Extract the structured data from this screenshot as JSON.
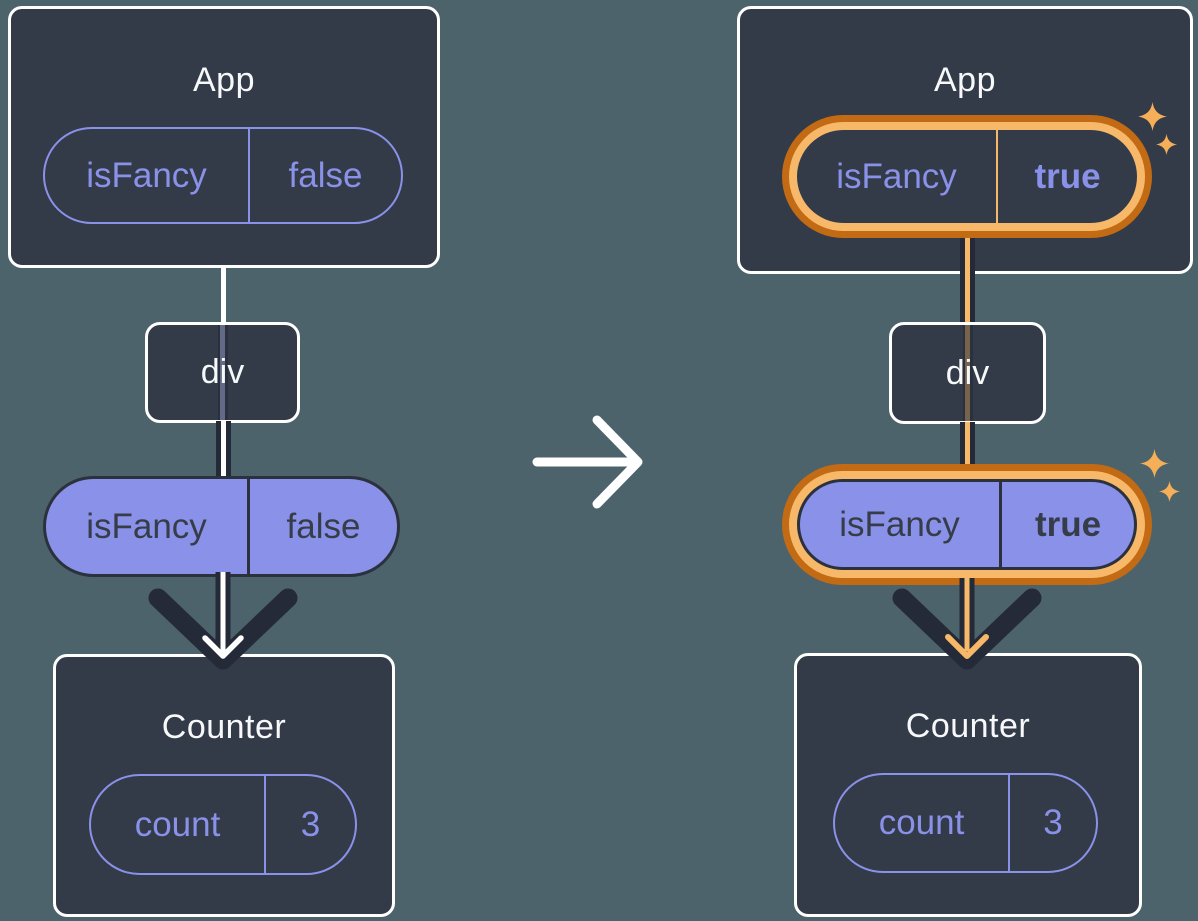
{
  "diagram": {
    "description_texts": {
      "component_app": "App",
      "component_div": "div",
      "component_counter": "Counter"
    },
    "left": {
      "app": {
        "title": "App"
      },
      "app_prop": {
        "name": "isFancy",
        "value": "false"
      },
      "div_label": "div",
      "passed_prop": {
        "name": "isFancy",
        "value": "false"
      },
      "counter": {
        "title": "Counter"
      },
      "counter_state": {
        "name": "count",
        "value": "3"
      }
    },
    "right": {
      "app": {
        "title": "App"
      },
      "app_prop": {
        "name": "isFancy",
        "value": "true"
      },
      "div_label": "div",
      "passed_prop": {
        "name": "isFancy",
        "value": "true"
      },
      "counter": {
        "title": "Counter"
      },
      "counter_state": {
        "name": "count",
        "value": "3"
      }
    }
  },
  "icons": {
    "center_arrow": "right-arrow",
    "prop_arrow": "down-arrow",
    "sparkle_big": "sparkle",
    "sparkle_small": "sparkle"
  },
  "colors": {
    "background": "#4D636B",
    "card_background": "#333B48",
    "card_border": "#FFFFFF",
    "accent_purple": "#8A91E9",
    "pill_text_dark": "#363D49",
    "arrow_dark": "#242A37",
    "highlight_orange_light": "#F7B969",
    "highlight_orange_dark": "#C26A14"
  }
}
